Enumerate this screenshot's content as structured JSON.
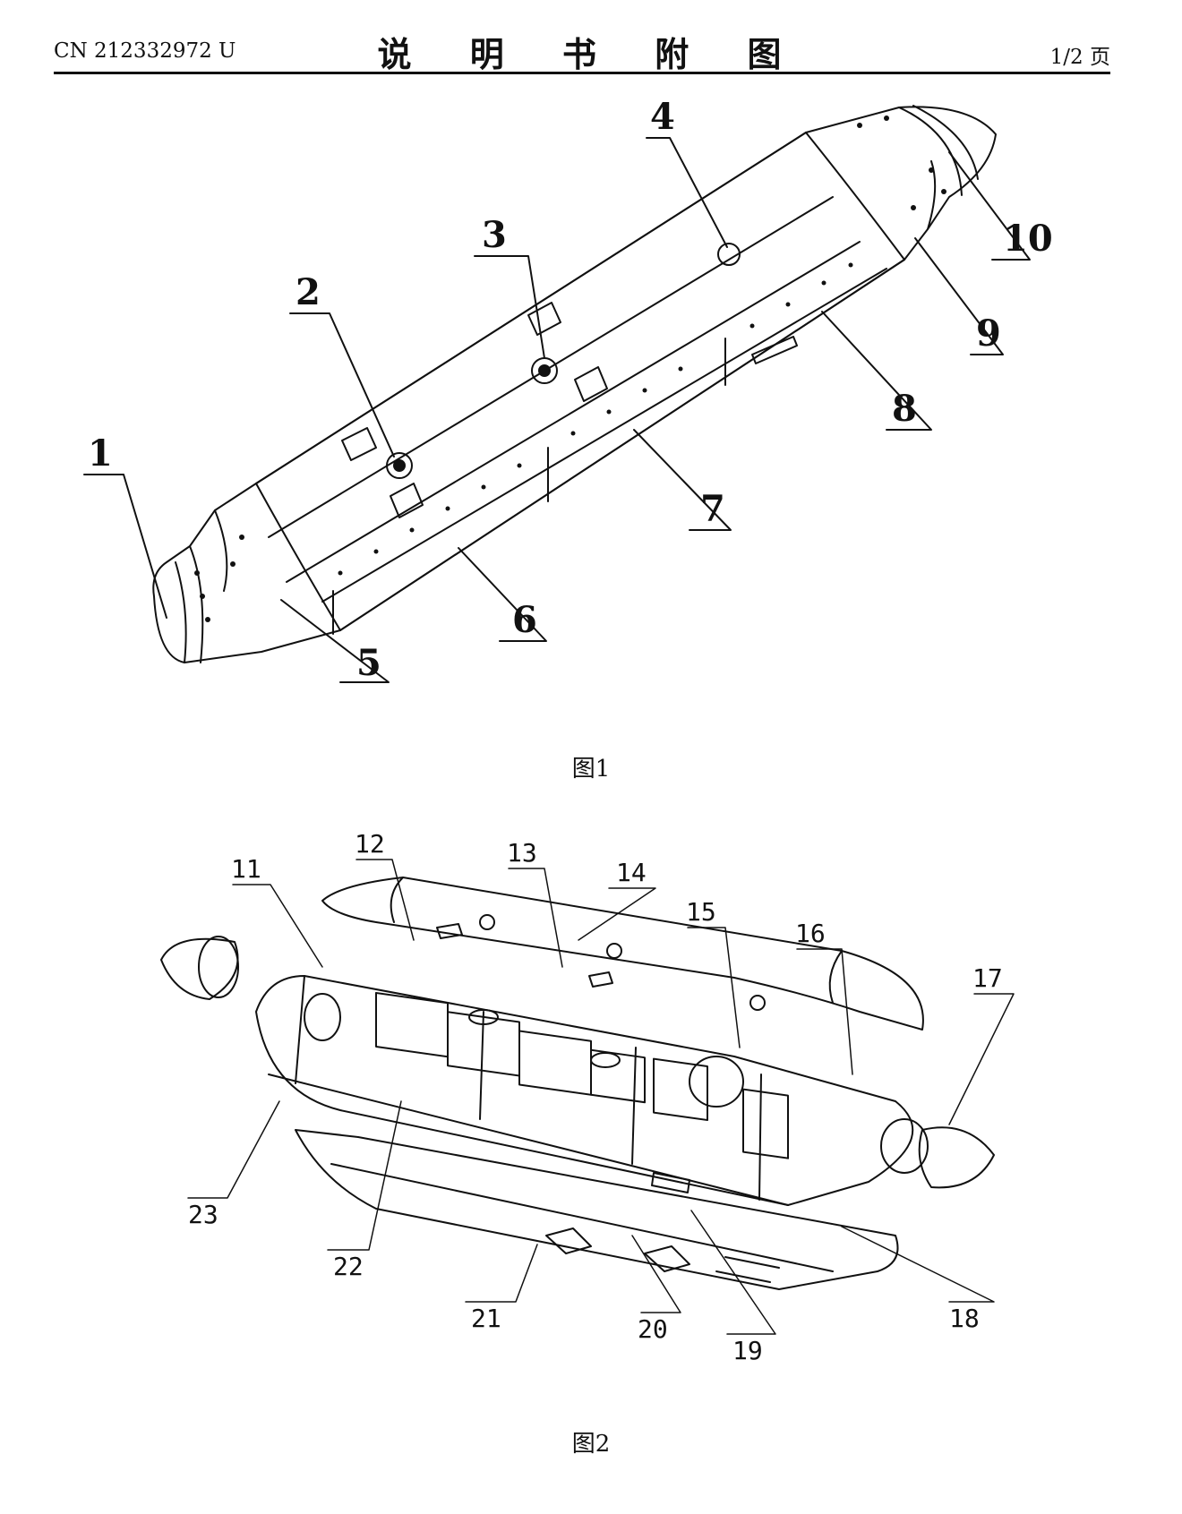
{
  "header": {
    "doc_number": "CN 212332972 U",
    "title": "说 明 书 附 图",
    "page": "1/2 页"
  },
  "figure1": {
    "caption": "图1",
    "labels": [
      "1",
      "2",
      "3",
      "4",
      "5",
      "6",
      "7",
      "8",
      "9",
      "10"
    ]
  },
  "figure2": {
    "caption": "图2",
    "labels": [
      "11",
      "12",
      "13",
      "14",
      "15",
      "16",
      "17",
      "18",
      "19",
      "20",
      "21",
      "22",
      "23"
    ]
  }
}
